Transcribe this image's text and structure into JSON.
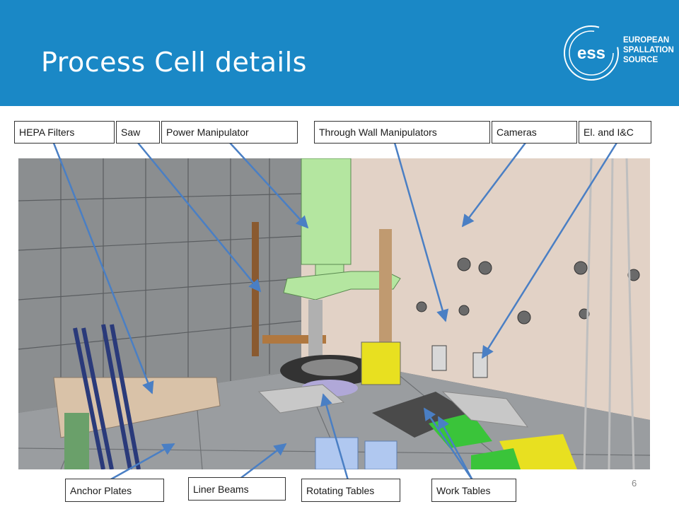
{
  "slide": {
    "title": "Process Cell details",
    "page_number": "6"
  },
  "logo": {
    "mark": "ess",
    "line1": "EUROPEAN",
    "line2": "SPALLATION",
    "line3": "SOURCE"
  },
  "labels": {
    "hepa_filters": "HEPA Filters",
    "saw": "Saw",
    "power_manipulator": "Power Manipulator",
    "through_wall_manipulators": "Through Wall Manipulators",
    "cameras": "Cameras",
    "el_ic": "El. and I&C",
    "anchor_plates": "Anchor Plates",
    "liner_beams": "Liner Beams",
    "rotating_tables": "Rotating Tables",
    "work_tables": "Work Tables"
  },
  "colors": {
    "header_blue": "#1a88c6",
    "arrow_blue": "#4a7fc4",
    "manipulator_green": "#b4e6a0",
    "table_yellow": "#e8e020"
  }
}
